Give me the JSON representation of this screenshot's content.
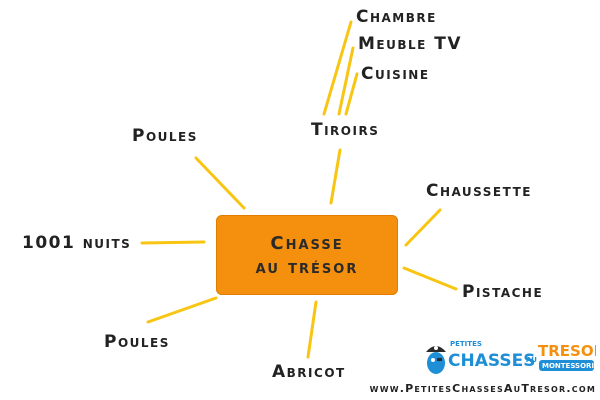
{
  "center": {
    "line1": "Chasse",
    "line2": "au trésor"
  },
  "nodes": {
    "chambre": "Chambre",
    "meuble_tv": "Meuble TV",
    "cuisine": "Cuisine",
    "tiroirs": "Tiroirs",
    "poules_top": "Poules",
    "mille_nuits": "1001 nuits",
    "poules_bottom": "Poules",
    "abricot": "Abricot",
    "chaussette": "Chaussette",
    "pistache": "Pistache"
  },
  "logo": {
    "top_small": "PETITES",
    "word1": "CHASSES",
    "au": "AU",
    "word2": "TRESOR",
    "badge": "MONTESSORI"
  },
  "footer": {
    "url": "www.PetitesChassesAuTresor.com"
  },
  "colors": {
    "box": "#f5900e",
    "connector": "#f7c512",
    "logo_blue": "#1e8fd6",
    "logo_orange": "#f5900e"
  }
}
